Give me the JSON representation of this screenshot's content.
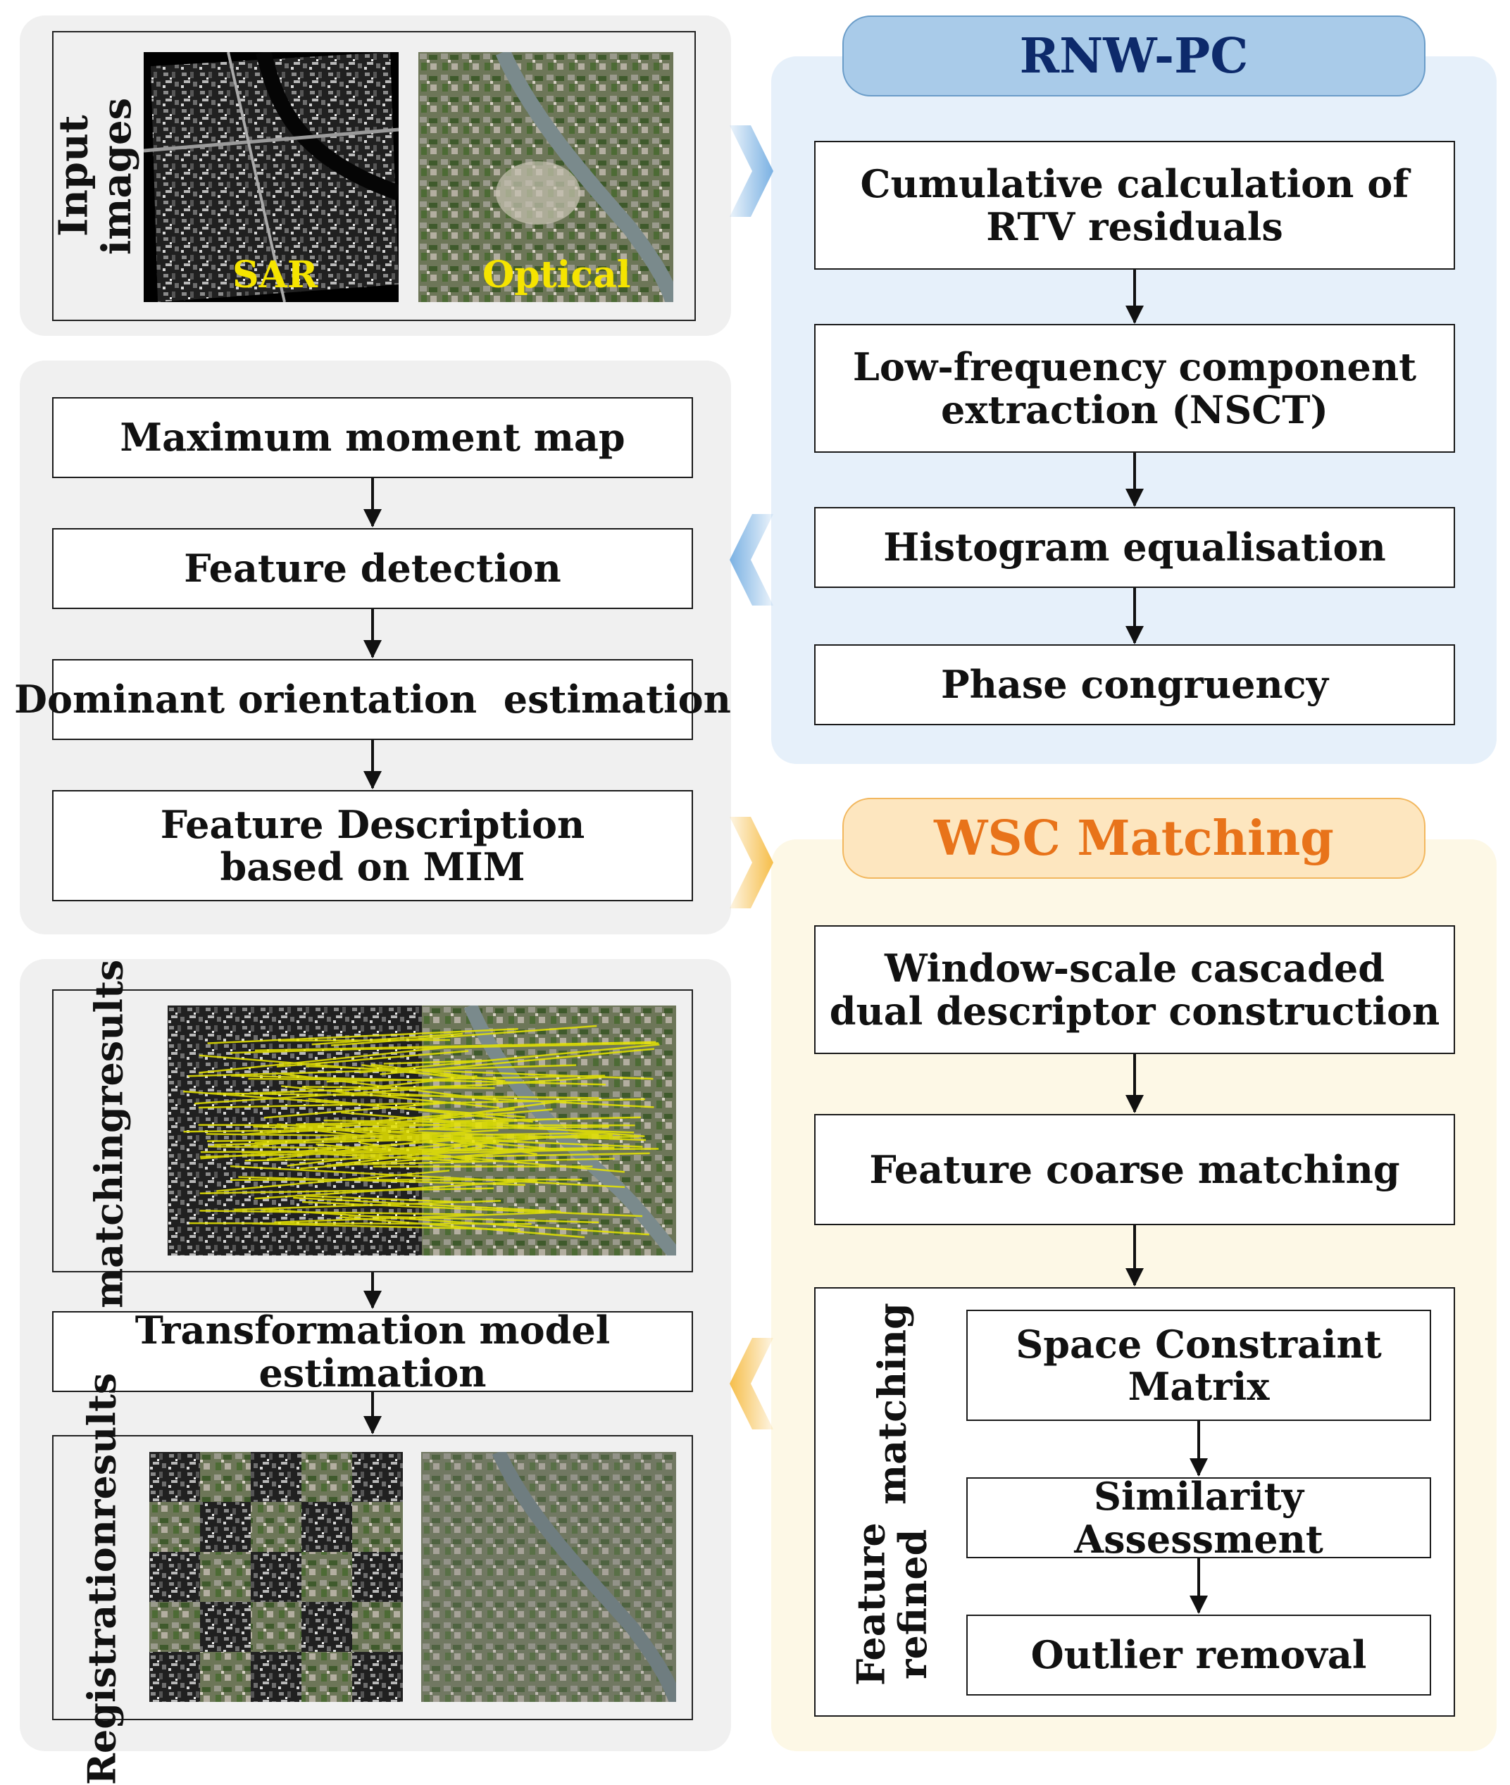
{
  "input": {
    "title": "Input images",
    "sar_label": "SAR",
    "optical_label": "Optical"
  },
  "left_steps": {
    "maximum_moment_map": "Maximum moment map",
    "feature_detection": "Feature detection",
    "dominant_orientation": "Dominant orientation  estimation",
    "feature_description_line1": "Feature Description",
    "feature_description_line2": "based on MIM"
  },
  "results": {
    "matching_line1": "matching",
    "matching_line2": "results",
    "transformation": "Transformation model estimation",
    "registration_line1": "Registration",
    "registration_line2": "results"
  },
  "rnw_pc": {
    "title": "RNW-PC",
    "step1_line1": "Cumulative calculation of",
    "step1_line2": "RTV residuals",
    "step2_line1": "Low-frequency component",
    "step2_line2": "extraction (NSCT)",
    "step3": "Histogram equalisation",
    "step4": "Phase congruency"
  },
  "wsc": {
    "title": "WSC Matching",
    "step1_line1": "Window-scale cascaded",
    "step1_line2": "dual descriptor construction",
    "step2": "Feature coarse matching",
    "refined_line1": "Feature refined",
    "refined_line2": "matching",
    "sub1_line1": "Space Constraint",
    "sub1_line2": "Matrix",
    "sub2": "Similarity Assessment",
    "sub3": "Outlier removal"
  },
  "colors": {
    "rnw_title": "#0d2a6b",
    "wsc_title": "#e8731a",
    "blue_chevron": "#7ab1e3",
    "orange_chevron": "#f6be4a",
    "match_lines": "#e8e600"
  }
}
